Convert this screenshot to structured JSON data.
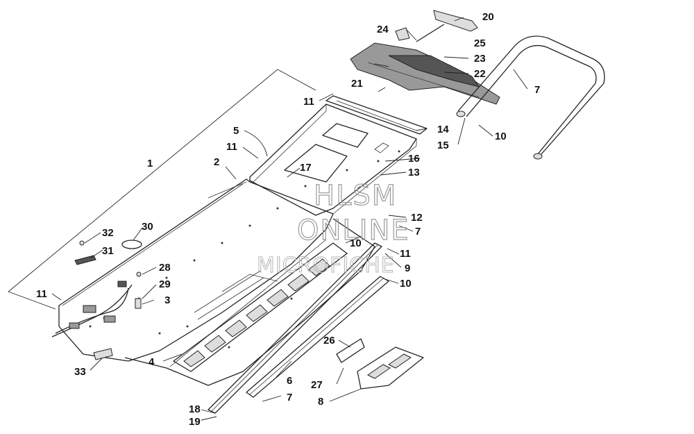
{
  "watermark": {
    "line1": "HLSM",
    "line2": "ONLINE",
    "line3": "MICROFICHE"
  },
  "callouts": [
    {
      "id": "c1",
      "text": "1"
    },
    {
      "id": "c2",
      "text": "2"
    },
    {
      "id": "c3",
      "text": "3"
    },
    {
      "id": "c4",
      "text": "4"
    },
    {
      "id": "c5",
      "text": "5"
    },
    {
      "id": "c6",
      "text": "6"
    },
    {
      "id": "c7a",
      "text": "7"
    },
    {
      "id": "c7b",
      "text": "7"
    },
    {
      "id": "c7c",
      "text": "7"
    },
    {
      "id": "c8",
      "text": "8"
    },
    {
      "id": "c9",
      "text": "9"
    },
    {
      "id": "c10a",
      "text": "10"
    },
    {
      "id": "c10b",
      "text": "10"
    },
    {
      "id": "c10c",
      "text": "10"
    },
    {
      "id": "c11a",
      "text": "11"
    },
    {
      "id": "c11b",
      "text": "11"
    },
    {
      "id": "c11c",
      "text": "11"
    },
    {
      "id": "c11d",
      "text": "11"
    },
    {
      "id": "c12",
      "text": "12"
    },
    {
      "id": "c13",
      "text": "13"
    },
    {
      "id": "c14",
      "text": "14"
    },
    {
      "id": "c15",
      "text": "15"
    },
    {
      "id": "c16",
      "text": "16"
    },
    {
      "id": "c17",
      "text": "17"
    },
    {
      "id": "c18",
      "text": "18"
    },
    {
      "id": "c19",
      "text": "19"
    },
    {
      "id": "c20",
      "text": "20"
    },
    {
      "id": "c21",
      "text": "21"
    },
    {
      "id": "c22",
      "text": "22"
    },
    {
      "id": "c23",
      "text": "23"
    },
    {
      "id": "c24",
      "text": "24"
    },
    {
      "id": "c25",
      "text": "25"
    },
    {
      "id": "c26",
      "text": "26"
    },
    {
      "id": "c27",
      "text": "27"
    },
    {
      "id": "c28",
      "text": "28"
    },
    {
      "id": "c29",
      "text": "29"
    },
    {
      "id": "c30",
      "text": "30"
    },
    {
      "id": "c31",
      "text": "31"
    },
    {
      "id": "c32",
      "text": "32"
    },
    {
      "id": "c33",
      "text": "33"
    }
  ]
}
